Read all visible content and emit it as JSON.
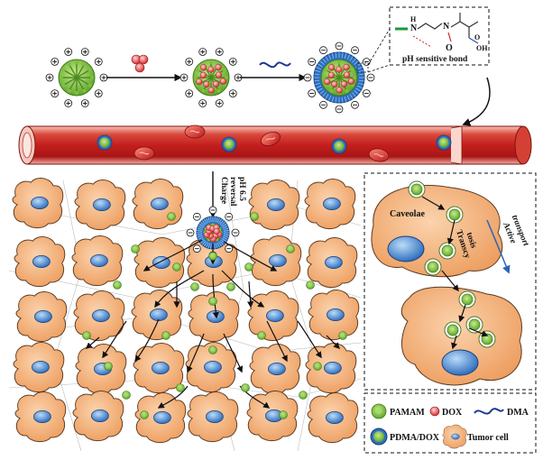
{
  "labels": {
    "ph_bond": "pH sensitive bond",
    "charge_1": "Charge",
    "charge_2": "reversal",
    "charge_3": "pH 6.5",
    "caveolae": "Caveolae",
    "trans_1": "Transcy",
    "trans_2": "tosis",
    "active_1": "Active",
    "active_2": "transport",
    "chem_h": "H",
    "chem_n": "N",
    "chem_o": "O",
    "chem_oh": "OH"
  },
  "legend": {
    "pamam": "PAMAM",
    "dox": "DOX",
    "dma": "DMA",
    "pdma_dox": "PDMA/DOX",
    "tumor_cell": "Tumor cell"
  },
  "colors": {
    "pamam_green": "#7cc242",
    "dox_red": "#e23a3a",
    "dma_blue": "#1f3a93",
    "shell_blue": "#2e6fc0",
    "cell_orange": "#f4b27a",
    "nucleus_blue": "#4f8fd9",
    "vessel_red": "#c8281e",
    "active_arrow": "#2a63b8"
  }
}
